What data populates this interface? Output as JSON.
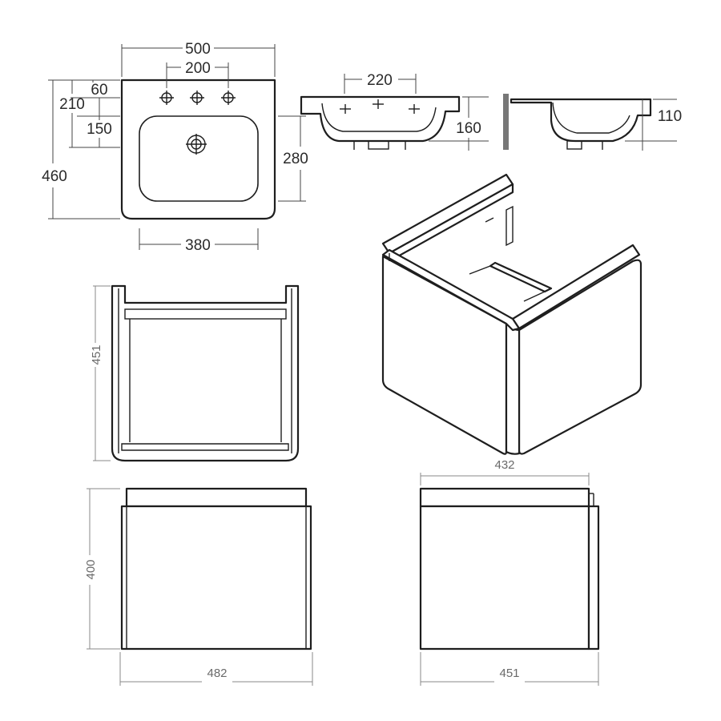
{
  "basin_top": {
    "width": "500",
    "tap_span": "200",
    "depth_total": "460",
    "tap_offset": "210",
    "back_margin": "60",
    "bowl_depth": "150",
    "bowl_length": "280",
    "bowl_width": "380"
  },
  "basin_front": {
    "overflow_span": "220",
    "height": "160"
  },
  "basin_side": {
    "lip_height": "110"
  },
  "unit_front_open": {
    "height": "451"
  },
  "unit_front": {
    "height": "400",
    "width": "482"
  },
  "unit_side": {
    "top_width": "432",
    "depth": "451"
  }
}
